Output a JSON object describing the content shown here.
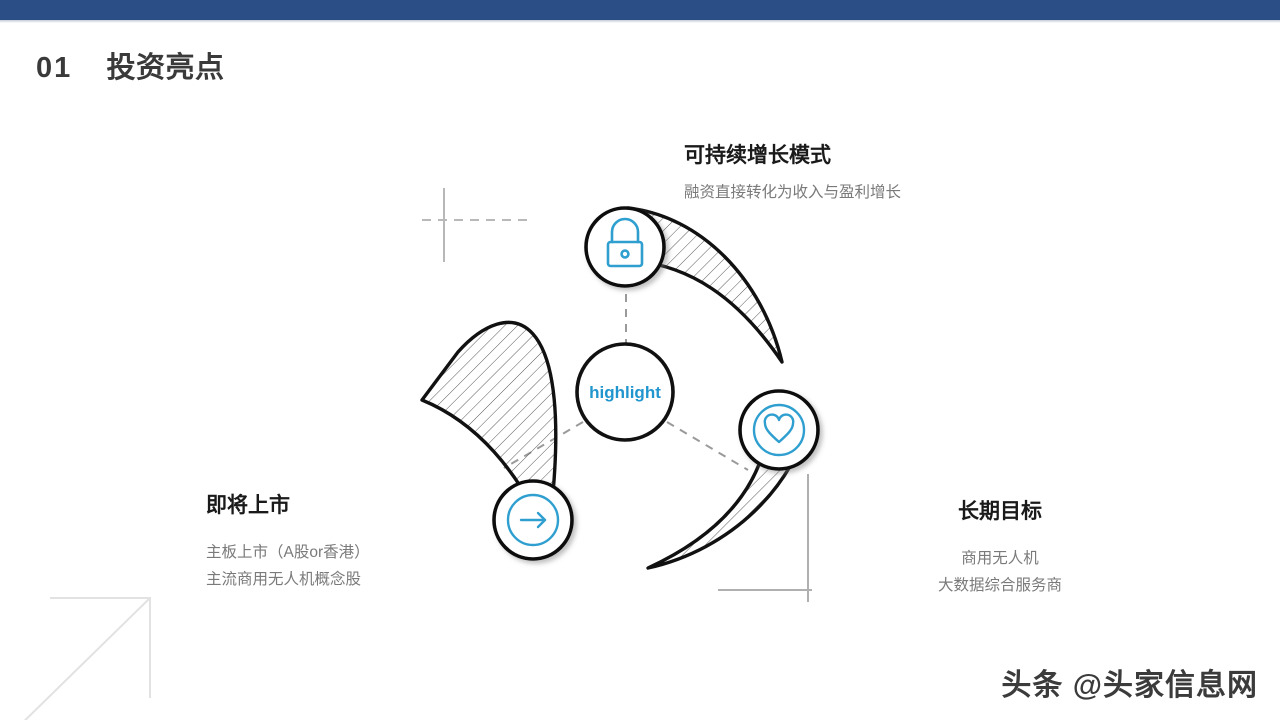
{
  "slide": {
    "title_number": "01",
    "title_text": "投资亮点",
    "accent_color": "#2a4e85",
    "highlight_color": "#2196ce",
    "watermark": "头条 @头家信息网"
  },
  "diagram": {
    "center_label": "highlight",
    "blades": [
      {
        "id": "top",
        "icon": "lock-icon",
        "icon_name": "lock"
      },
      {
        "id": "right",
        "icon": "heart-icon",
        "icon_name": "heart"
      },
      {
        "id": "left",
        "icon": "arrow-right-icon",
        "icon_name": "arrow-right"
      }
    ]
  },
  "blocks": {
    "top": {
      "heading": "可持续增长模式",
      "lines": [
        "融资直接转化为收入与盈利增长"
      ]
    },
    "left": {
      "heading": "即将上市",
      "lines": [
        "主板上市（A股or香港）",
        "主流商用无人机概念股"
      ]
    },
    "right": {
      "heading": "长期目标",
      "lines": [
        "商用无人机",
        "大数据综合服务商"
      ]
    }
  }
}
